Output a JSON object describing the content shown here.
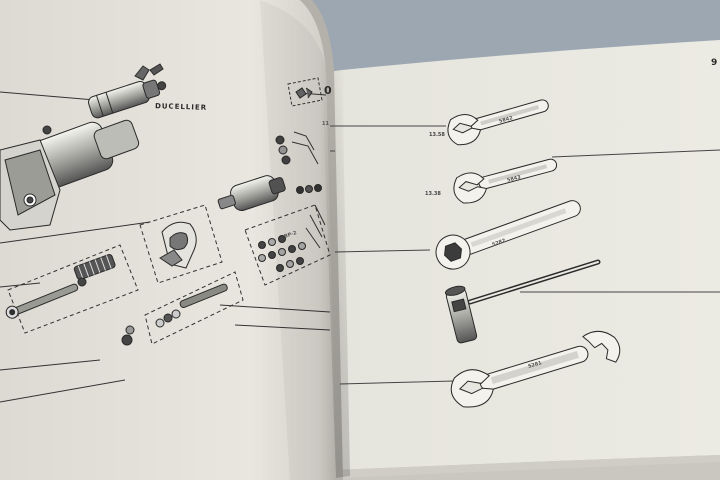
{
  "photo": {
    "subject": "open parts catalogue showing exploded starter motor and tool kit illustrations",
    "left_page": {
      "brand_label": "DUCELLIER",
      "page_number": "0",
      "small_ref": "BP-2"
    },
    "right_page": {
      "page_number": "9",
      "ref_mark": "11",
      "dimension_labels": [
        "13.58",
        "13.38"
      ],
      "tool_codes": [
        "5842",
        "5843",
        "5282",
        "5281"
      ]
    },
    "colors": {
      "background": "#8b97a4",
      "paper_left": "#e6e4dc",
      "paper_right": "#e9e8e0",
      "ink": "#2b2b2b"
    }
  }
}
